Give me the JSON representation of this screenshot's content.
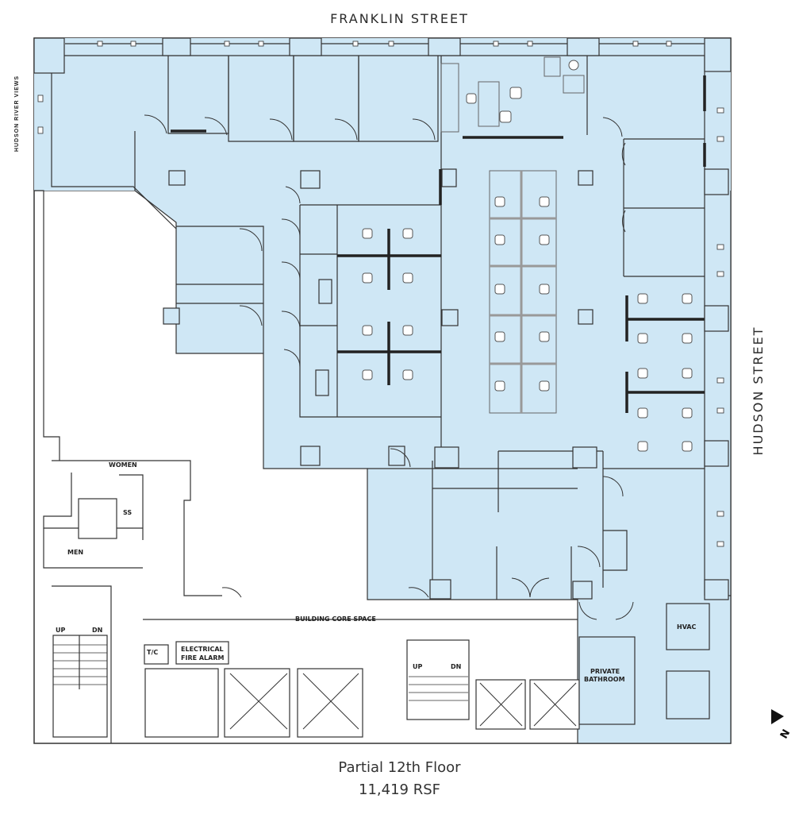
{
  "streets": {
    "north": "FRANKLIN STREET",
    "east": "HUDSON STREET",
    "views": "HUDSON RIVER VIEWS"
  },
  "labels": {
    "women": "WOMEN",
    "men": "MEN",
    "ss": "SS",
    "tc": "T/C",
    "electrical_line1": "ELECTRICAL",
    "electrical_line2": "FIRE ALARM",
    "core": "BUILDING CORE SPACE",
    "hvac": "HVAC",
    "bath_line1": "PRIVATE",
    "bath_line2": "BATHROOM",
    "up_left": "UP",
    "dn_left": "DN",
    "up_right": "UP",
    "dn_right": "DN"
  },
  "compass": {
    "letter": "N"
  },
  "caption": {
    "title": "Partial 12th Floor",
    "area": "11,419 RSF"
  },
  "colors": {
    "tenant_fill": "#cfe7f5",
    "wall": "#333333",
    "core_fill": "#ffffff"
  }
}
